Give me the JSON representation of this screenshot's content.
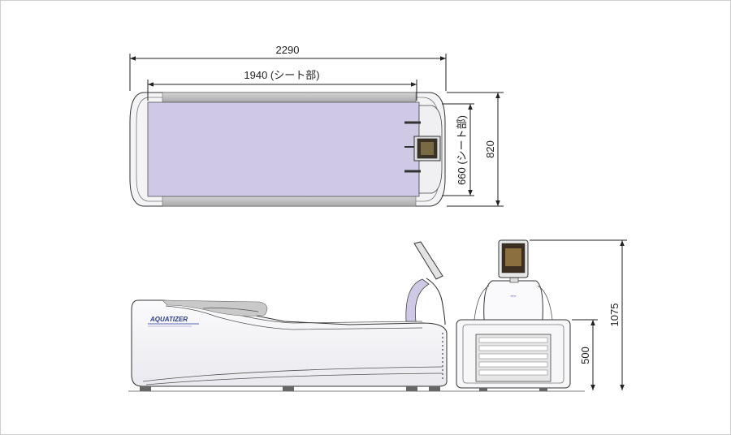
{
  "dimensions": {
    "overall_length": "2290",
    "seat_length": "1940 (シート部)",
    "seat_width": "660 (シート部)",
    "overall_width": "820",
    "base_height": "500",
    "overall_height": "1075"
  },
  "product": {
    "brand": "AQUATIZER"
  },
  "colors": {
    "seat": "#cfc9e6",
    "frame_gray": "#b9b9b9",
    "line": "#222222"
  }
}
